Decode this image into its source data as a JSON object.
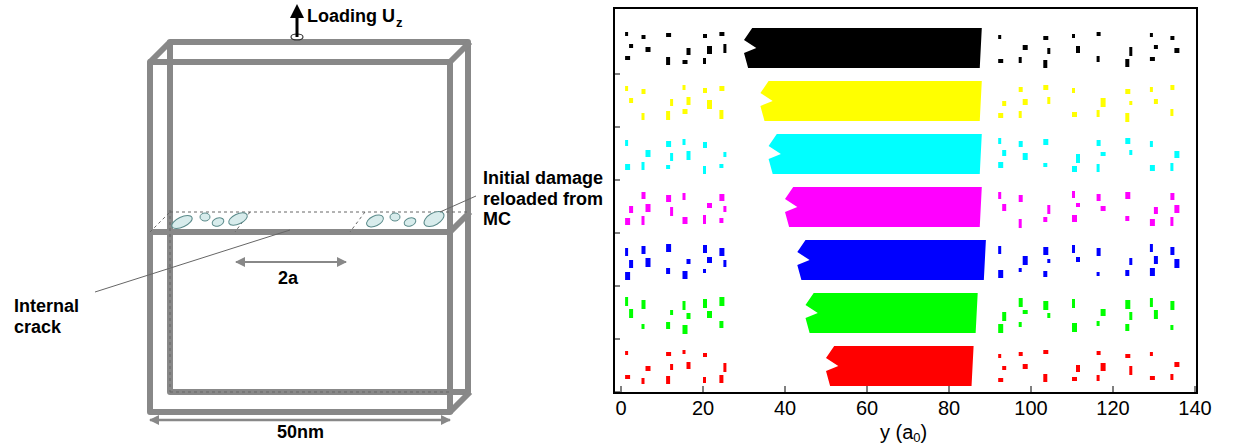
{
  "diagram": {
    "labels": [
      "Loading U",
      "z",
      "2a",
      "Initial damage reloaded from MC",
      "Internal crack",
      "50nm",
      "0",
      "20",
      "40",
      "60",
      "80",
      "100",
      "120",
      "140",
      "y (a",
      "0",
      ")"
    ]
  }
}
